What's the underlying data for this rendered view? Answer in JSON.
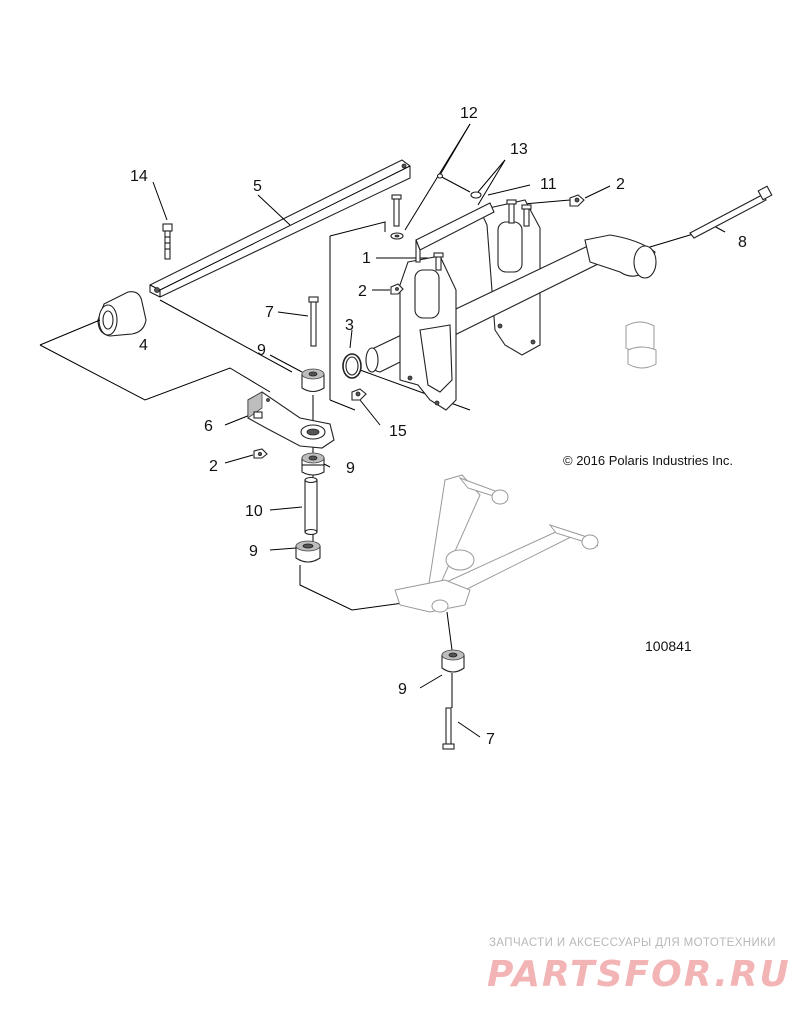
{
  "callouts": {
    "c1": "1",
    "c2a": "2",
    "c2b": "2",
    "c2c": "2",
    "c3": "3",
    "c4": "4",
    "c5": "5",
    "c6": "6",
    "c7a": "7",
    "c7b": "7",
    "c8": "8",
    "c9a": "9",
    "c9b": "9",
    "c9c": "9",
    "c9d": "9",
    "c10": "10",
    "c11": "11",
    "c12": "12",
    "c13": "13",
    "c14": "14",
    "c15": "15"
  },
  "copyright": "© 2016 Polaris Industries Inc.",
  "figure_id": "100841",
  "watermark": {
    "tagline": "ЗАПЧАСТИ И АКСЕССУАРЫ ДЛЯ МОТОТЕХНИКИ",
    "logo": "PARTSFOR.RU"
  }
}
